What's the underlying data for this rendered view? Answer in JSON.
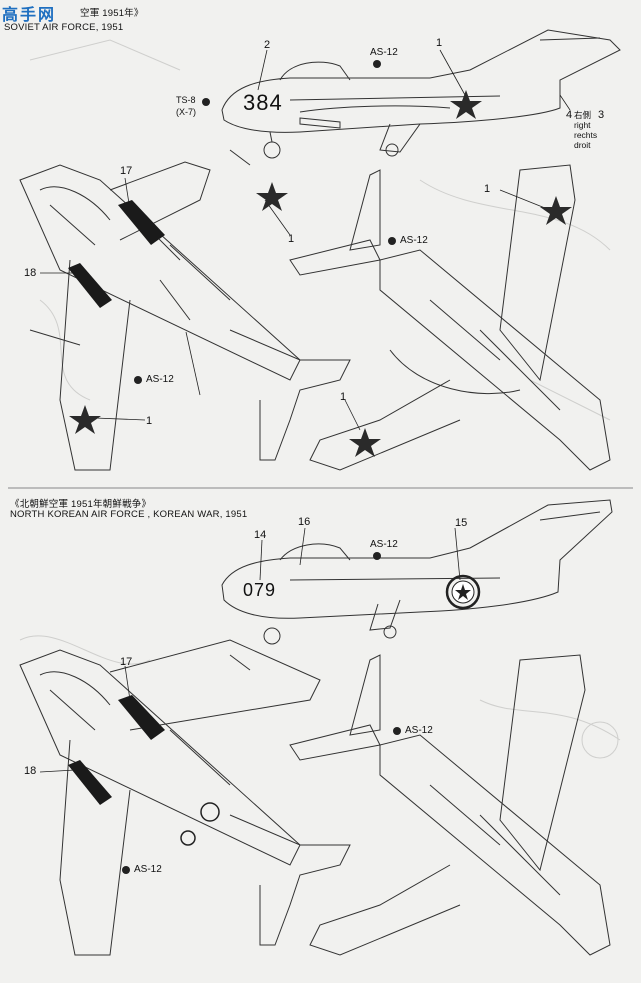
{
  "watermark": {
    "text": "高手网"
  },
  "sections": [
    {
      "title_cn": "空軍 1951年》",
      "title_en": "SOVIET AIR FORCE, 1951",
      "side": {
        "callouts": [
          "2",
          "1",
          "4",
          "3"
        ],
        "tail_number": "384",
        "as12": "AS-12",
        "ts8": "TS-8",
        "ts8_sub": "(X-7)",
        "direction": [
          "右側",
          "right",
          "rechts",
          "droit"
        ]
      },
      "planform_left": {
        "callouts": [
          "17",
          "18",
          "1",
          "1"
        ],
        "as12": "AS-12"
      },
      "planform_right": {
        "callouts": [
          "1",
          "1"
        ],
        "as12": "AS-12"
      }
    },
    {
      "title_cn": "《北朝鮮空軍 1951年朝鮮戦争》",
      "title_en": "NORTH KOREAN AIR FORCE , KOREAN WAR, 1951",
      "side": {
        "callouts": [
          "14",
          "16",
          "15"
        ],
        "tail_number": "079",
        "as12": "AS-12"
      },
      "planform_left": {
        "callouts": [
          "17",
          "18"
        ],
        "as12": "AS-12"
      },
      "planform_right": {
        "as12": "AS-12"
      }
    }
  ],
  "colors": {
    "red_star": "#2a2a2a",
    "black_stripe": "#1a1a1a",
    "ink": "#222222"
  }
}
